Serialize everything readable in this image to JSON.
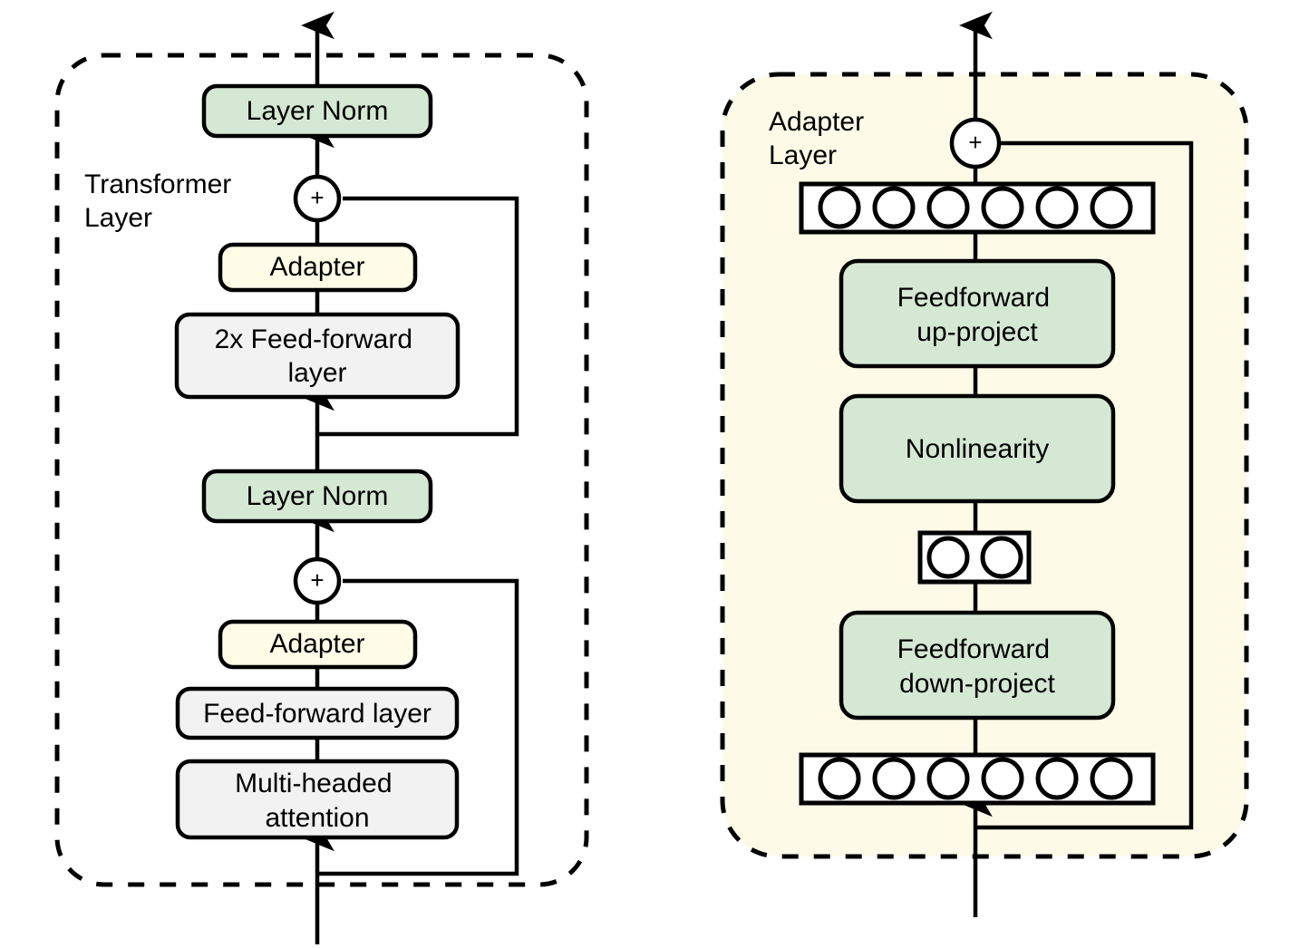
{
  "figure": {
    "type": "diagram",
    "title_left": "Transformer Layer",
    "title_right": "Adapter Layer",
    "colors": {
      "green_fill": "#d5e8d4",
      "cream_fill": "#fffce8",
      "grey_fill": "#f2f2f2",
      "panel_fill": "#fdfbe8",
      "white_fill": "#ffffff",
      "stroke": "#000000"
    }
  },
  "left_panel": {
    "label": "Transformer Layer",
    "panel_kind": "dashed-rounded-rect",
    "nodes": [
      {
        "id": "ln-top",
        "label": "Layer Norm",
        "fill": "green"
      },
      {
        "id": "plus-top",
        "label": "+",
        "fill": "white",
        "shape": "circle"
      },
      {
        "id": "adapter-top",
        "label": "Adapter",
        "fill": "cream"
      },
      {
        "id": "ff2x",
        "label": "2x Feed-forward layer",
        "fill": "grey"
      },
      {
        "id": "ln-mid",
        "label": "Layer Norm",
        "fill": "green"
      },
      {
        "id": "plus-bot",
        "label": "+",
        "fill": "white",
        "shape": "circle"
      },
      {
        "id": "adapter-bot",
        "label": "Adapter",
        "fill": "cream"
      },
      {
        "id": "ff",
        "label": "Feed-forward layer",
        "fill": "grey"
      },
      {
        "id": "mha",
        "label": "Multi-headed attention",
        "fill": "grey"
      }
    ],
    "node_lines": {
      "ff2x": [
        "2x Feed-forward",
        "layer"
      ],
      "mha": [
        "Multi-headed",
        "attention"
      ]
    },
    "residual_connections": 2
  },
  "right_panel": {
    "label": "Adapter Layer",
    "panel_kind": "dashed-rounded-rect-filled",
    "nodes": [
      {
        "id": "plus",
        "label": "+",
        "fill": "white",
        "shape": "circle"
      },
      {
        "id": "out-row",
        "label": "",
        "fill": "white",
        "shape": "node-row",
        "circle_count": 6
      },
      {
        "id": "ff-up",
        "label": "Feedforward up-project",
        "fill": "green"
      },
      {
        "id": "nonlin",
        "label": "Nonlinearity",
        "fill": "green"
      },
      {
        "id": "bottleneck-row",
        "label": "",
        "fill": "white",
        "shape": "node-row",
        "circle_count": 2
      },
      {
        "id": "ff-down",
        "label": "Feedforward down-project",
        "fill": "green"
      },
      {
        "id": "in-row",
        "label": "",
        "fill": "white",
        "shape": "node-row",
        "circle_count": 6
      }
    ],
    "node_lines": {
      "ff-up": [
        "Feedforward",
        "up-project"
      ],
      "ff-down": [
        "Feedforward",
        "down-project"
      ]
    },
    "residual_connections": 1
  }
}
